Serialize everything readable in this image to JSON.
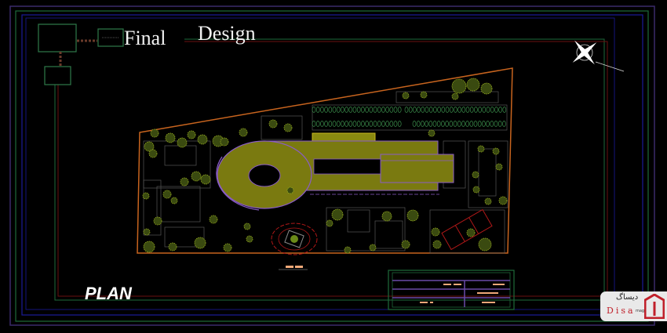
{
  "drawing": {
    "title_word1": "Final",
    "title_word2": "Design",
    "plan_label": "PLAN",
    "colors": {
      "background": "#000000",
      "site_boundary": "#c8641e",
      "building_fill": "#7a7a10",
      "building_outline": "#8a5cc8",
      "tree": "#8aa020",
      "frame_green": "#1e6a3a",
      "frame_blue": "#1a1a9a",
      "frame_purple": "#3a2a6a",
      "title_block_text": "#f0a878"
    }
  },
  "watermark": {
    "persian": "دیساگ",
    "latin": "Disa",
    "suffix": "mag",
    "accent": "#c0202a"
  }
}
